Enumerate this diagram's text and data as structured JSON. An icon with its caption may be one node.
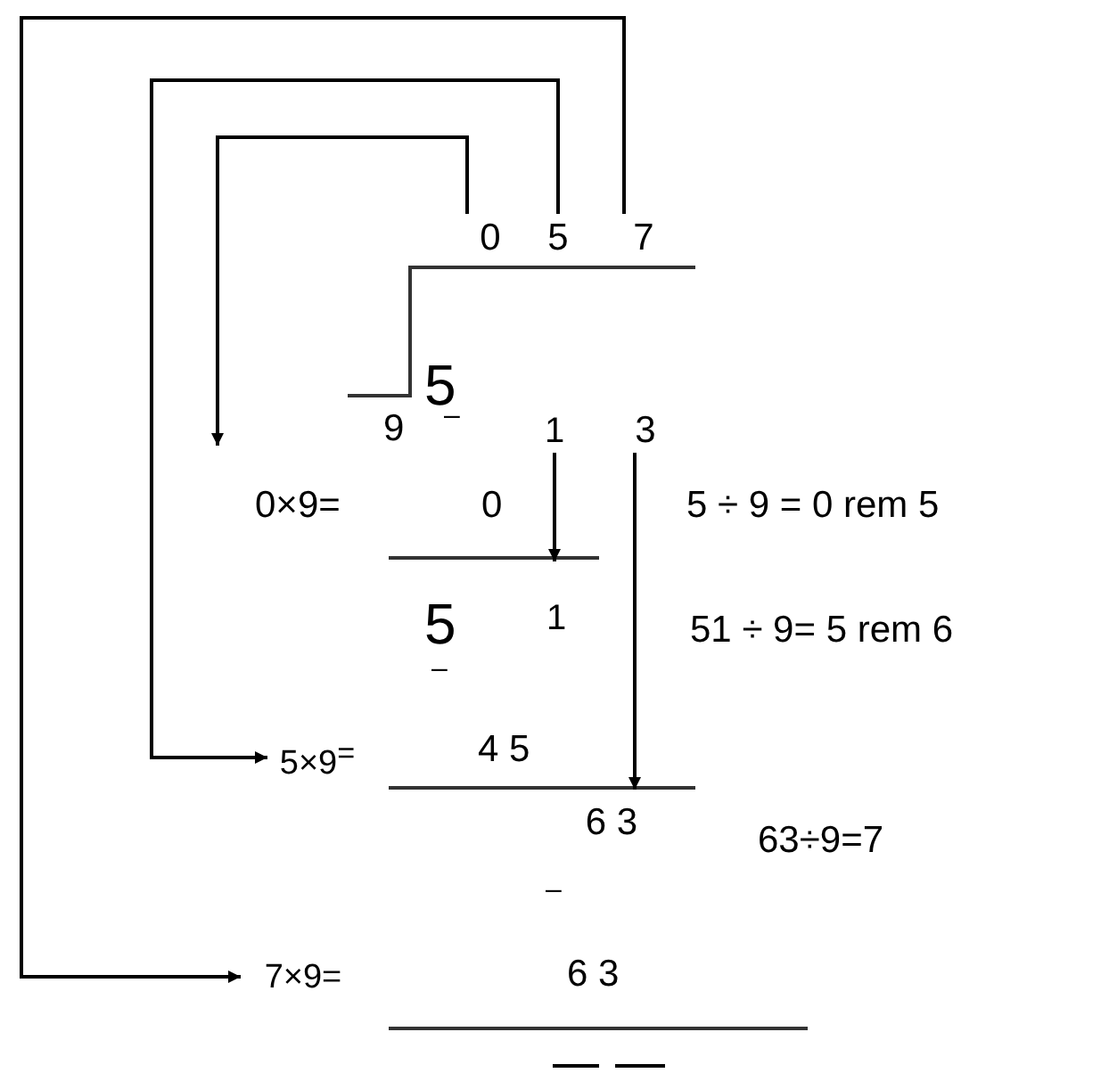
{
  "diagram": {
    "nodes": [
      {
        "text": [
          "0"
        ]
      },
      {
        "text": [
          "5"
        ]
      },
      {
        "text": [
          "7"
        ]
      },
      {
        "text": [
          "1"
        ]
      },
      {
        "text": [
          "3"
        ]
      },
      {
        "text": [
          "1"
        ]
      },
      {
        "text": [
          "5×9$^{=}$"
        ]
      },
      {
        "text": [
          "6 3"
        ]
      },
      {
        "text": [
          "7×9="
        ]
      }
    ],
    "edges": [
      {
        "from": 0,
        "to": null,
        "arrow": "to"
      },
      {
        "from": 1,
        "to": 6,
        "arrow": "to"
      },
      {
        "from": 2,
        "to": 8,
        "arrow": "to"
      },
      {
        "from": 3,
        "to": 5,
        "arrow": "to"
      },
      {
        "from": 4,
        "to": 7,
        "arrow": "to"
      }
    ],
    "labels": [
      "5",
      "9",
      "–",
      "0×9=",
      "0",
      "5 ÷ 9 = 0 rem 5",
      "5",
      "–",
      "51 ÷ 9= 5 rem 6",
      "4 5",
      "63÷9=7",
      "–",
      "6 3"
    ]
  }
}
